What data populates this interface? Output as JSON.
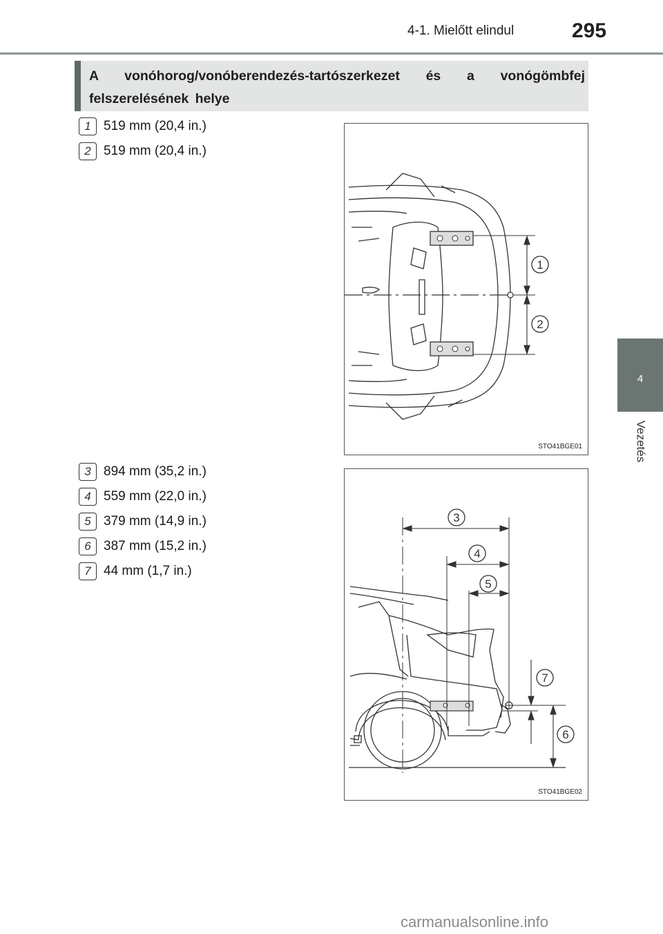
{
  "header": {
    "section": "4-1. Mielőtt elindul",
    "page_number": "295"
  },
  "side_tab": {
    "chapter": "4",
    "label": "Vezetés"
  },
  "title": "A vonóhorog/vonóberendezés-tartószerkezet és a vonógömbfej felszerelésének helye",
  "figure1": {
    "code": "STO41BGE01",
    "callouts": [
      "1",
      "2"
    ],
    "items": [
      {
        "num": "1",
        "text": "519 mm (20,4 in.)"
      },
      {
        "num": "2",
        "text": "519 mm (20,4 in.)"
      }
    ]
  },
  "figure2": {
    "code": "STO41BGE02",
    "callouts": [
      "3",
      "4",
      "5",
      "7",
      "6"
    ],
    "items": [
      {
        "num": "3",
        "text": "894 mm (35,2 in.)"
      },
      {
        "num": "4",
        "text": "559 mm (22,0 in.)"
      },
      {
        "num": "5",
        "text": "379 mm (14,9 in.)"
      },
      {
        "num": "6",
        "text": "387 mm (15,2 in.)"
      },
      {
        "num": "7",
        "text": "44 mm (1,7 in.)"
      }
    ]
  },
  "watermark": "carmanualsonline.info"
}
